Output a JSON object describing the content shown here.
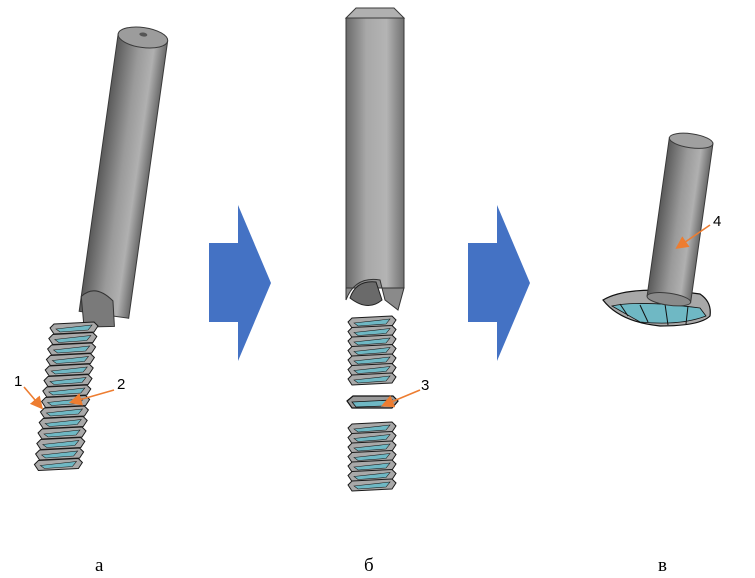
{
  "callouts": {
    "c1": "1",
    "c2": "2",
    "c3": "3",
    "c4": "4"
  },
  "captions": {
    "a": "а",
    "b": "б",
    "c": "в"
  },
  "colors": {
    "body": "#8a8a8a",
    "body_light": "#c4c4c4",
    "body_dark": "#4a4a4a",
    "thread_fill": "#6fb8c4",
    "thread_edge": "#1a1a1a",
    "arrow_blue": "#4472c4",
    "callout_arrow": "#ed7d31"
  },
  "icons": {
    "process_arrow": "right-block-arrow-icon"
  }
}
